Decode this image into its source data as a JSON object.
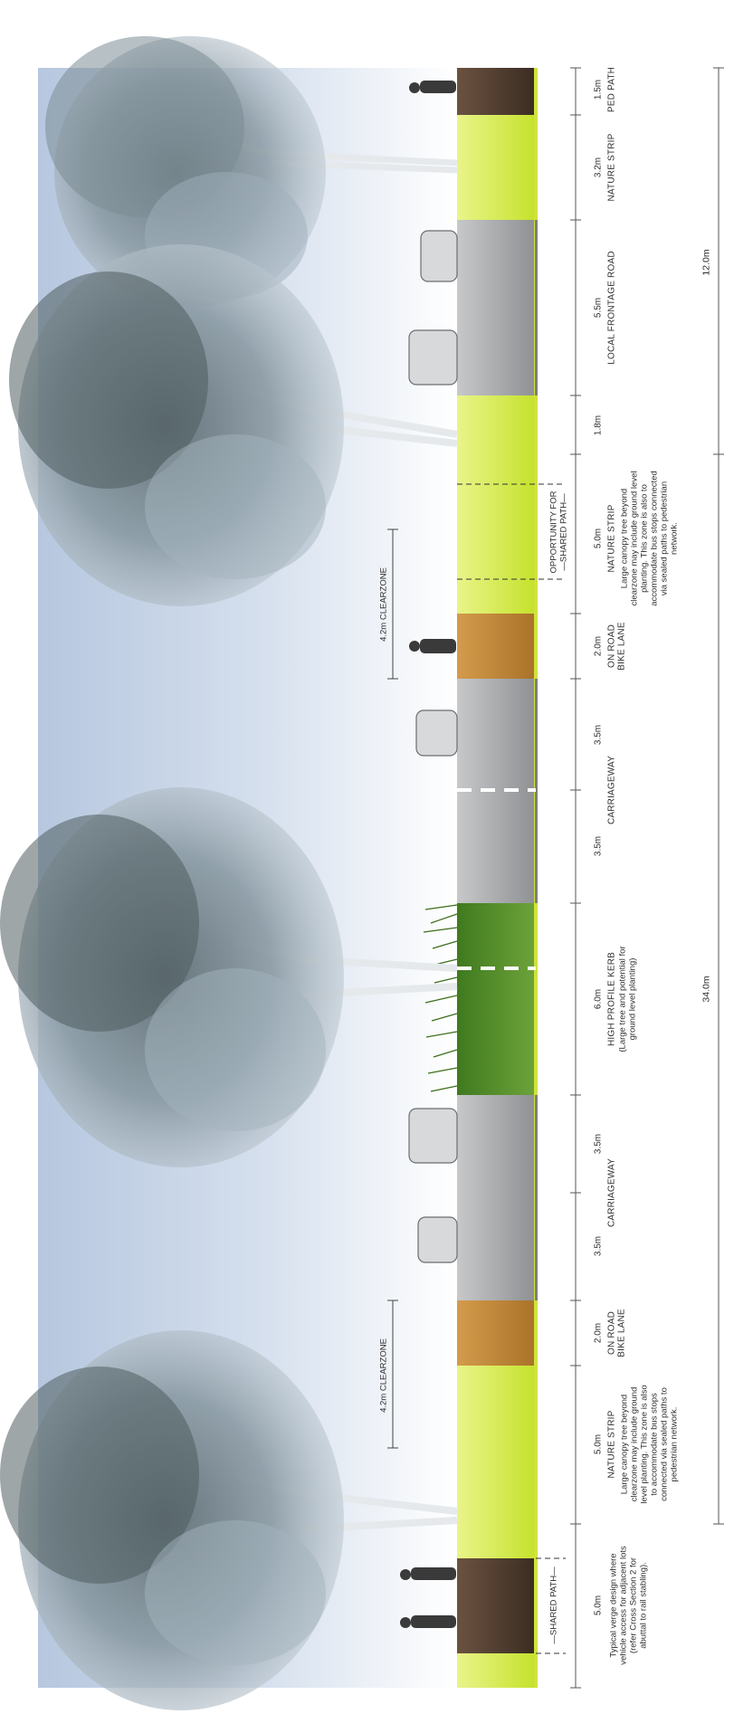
{
  "colors": {
    "sky": "#b9c9de",
    "road": "#a9abae",
    "road_dark": "#8f9194",
    "verge": "#d6ec46",
    "path": "#4a3a2c",
    "bike_lane": "#c48d3c",
    "median": "#4e8a28",
    "line": "#6b6b6b"
  },
  "segments": [
    {
      "id": "ped-path",
      "dim": "1.5m",
      "title": "PED PATH",
      "desc": ""
    },
    {
      "id": "nature-strip-local",
      "dim": "3.2m",
      "title": "NATURE STRIP",
      "desc": ""
    },
    {
      "id": "local-frontage-road",
      "dim": "5.5m",
      "title": "LOCAL FRONTAGE ROAD",
      "desc": ""
    },
    {
      "id": "verge-small",
      "dim": "1.8m",
      "title": "",
      "desc": ""
    },
    {
      "id": "nature-strip-top",
      "dim": "5.0m",
      "title": "NATURE STRIP",
      "desc": [
        "Large canopy tree beyond",
        "clearzone may include ground level",
        "planting. This zone is also to",
        "accommodate bus stops connected",
        "via sealed paths to pedestrian",
        "network."
      ]
    },
    {
      "id": "bike-lane-top",
      "dim": "2.0m",
      "title": [
        "ON ROAD",
        "BIKE LANE"
      ],
      "desc": ""
    },
    {
      "id": "carriageway-top-a",
      "dim": "3.5m",
      "title": "",
      "desc": ""
    },
    {
      "id": "carriageway-top-b",
      "dim": "3.5m",
      "title": "CARRIAGEWAY",
      "desc": ""
    },
    {
      "id": "median",
      "dim": "6.0m",
      "title": "HIGH PROFILE KERB",
      "desc": [
        "(Large tree and potential for",
        "ground level planting)"
      ]
    },
    {
      "id": "carriageway-bot-a",
      "dim": "3.5m",
      "title": "",
      "desc": ""
    },
    {
      "id": "carriageway-bot-b",
      "dim": "3.5m",
      "title": "CARRIAGEWAY",
      "desc": ""
    },
    {
      "id": "bike-lane-bot",
      "dim": "2.0m",
      "title": [
        "ON ROAD",
        "BIKE LANE"
      ],
      "desc": ""
    },
    {
      "id": "nature-strip-bot",
      "dim": "5.0m",
      "title": "NATURE STRIP",
      "desc": [
        "Large canopy tree beyond",
        "clearzone may include ground",
        "level planting. This zone is also",
        "to accommodate bus stops",
        "connected via sealed paths to",
        "pedestrian network."
      ]
    },
    {
      "id": "shared-path",
      "dim": "5.0m",
      "title": "",
      "desc": [
        "Typical verge design where",
        "vehicle access for adjacent lots",
        "(refer Cross Section 2 for",
        "abuttal to rail stabling)."
      ]
    }
  ],
  "totals": {
    "local": "12.0m",
    "main": "34.0m"
  },
  "annotations": {
    "clearzone_top": "4.2m CLEARZONE",
    "clearzone_bot": "4.2m CLEARZONE",
    "shared_path_opportunity": [
      "OPPORTUNITY FOR",
      "—SHARED PATH—"
    ],
    "shared_path": "—SHARED PATH—"
  },
  "icons": [
    "tree-icon",
    "car-icon",
    "pedestrian-icon",
    "cyclist-icon",
    "grass-icon"
  ]
}
